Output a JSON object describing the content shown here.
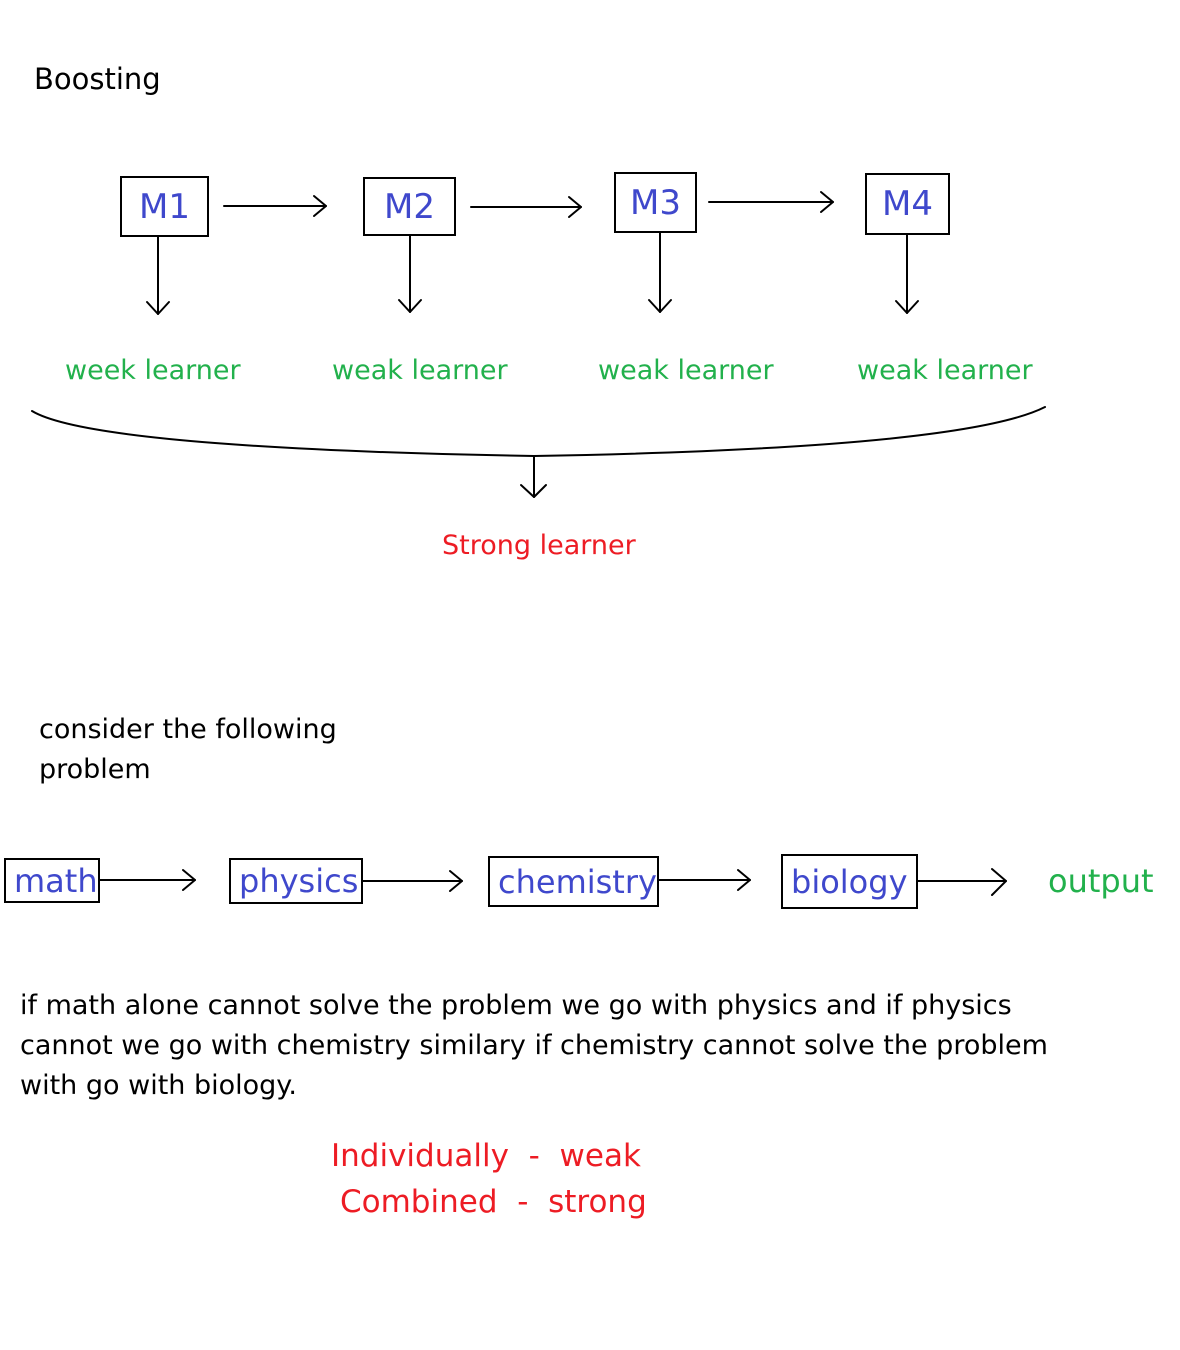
{
  "title": "Boosting",
  "models": [
    "M1",
    "M2",
    "M3",
    "M4"
  ],
  "learners": [
    "week learner",
    "weak learner",
    "weak learner",
    "weak learner"
  ],
  "combined_result": "Strong learner",
  "consider_text": "consider the following problem",
  "subjects": [
    "math",
    "physics",
    "chemistry",
    "biology"
  ],
  "output_label": "output",
  "explanation": "if math alone cannot solve the problem we go with physics and if physics cannot we go with chemistry similary if chemistry cannot solve the problem with go with biology.",
  "summary": {
    "individually": "Individually  -  weak",
    "combined": "Combined  -  strong"
  },
  "colors": {
    "model_text": "#3f48cc",
    "learner_text": "#22b14c",
    "highlight_text": "#ed1c24",
    "line": "#000000"
  }
}
